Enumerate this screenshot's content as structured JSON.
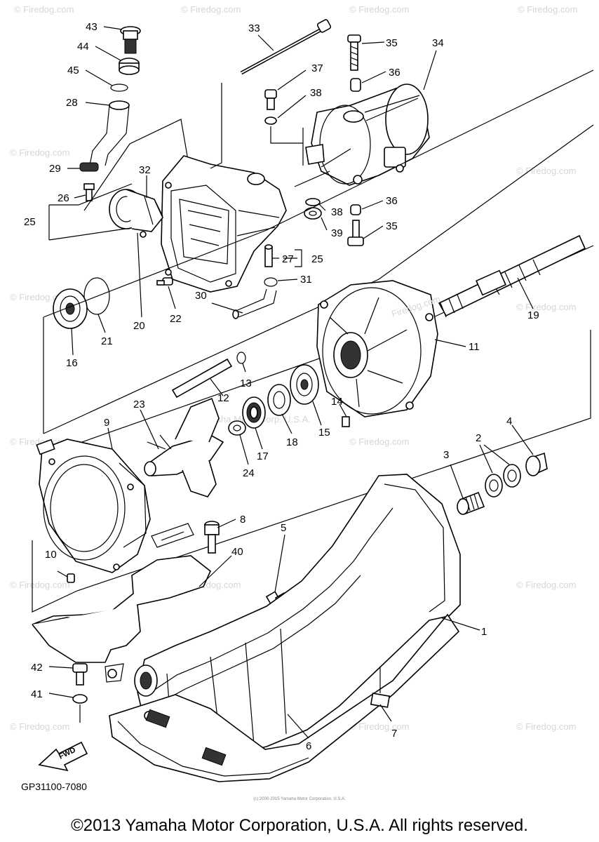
{
  "labels": [
    {
      "id": "43",
      "text": "43"
    },
    {
      "id": "44",
      "text": "44"
    },
    {
      "id": "45",
      "text": "45"
    },
    {
      "id": "28",
      "text": "28"
    },
    {
      "id": "29",
      "text": "29"
    },
    {
      "id": "26",
      "text": "26"
    },
    {
      "id": "25a",
      "text": "25"
    },
    {
      "id": "32",
      "text": "32"
    },
    {
      "id": "33",
      "text": "33"
    },
    {
      "id": "35a",
      "text": "35"
    },
    {
      "id": "34",
      "text": "34"
    },
    {
      "id": "37",
      "text": "37"
    },
    {
      "id": "36a",
      "text": "36"
    },
    {
      "id": "38a",
      "text": "38"
    },
    {
      "id": "38b",
      "text": "38"
    },
    {
      "id": "36b",
      "text": "36"
    },
    {
      "id": "39",
      "text": "39"
    },
    {
      "id": "35b",
      "text": "35"
    },
    {
      "id": "27",
      "text": "27"
    },
    {
      "id": "25b",
      "text": "25"
    },
    {
      "id": "31",
      "text": "31"
    },
    {
      "id": "30",
      "text": "30"
    },
    {
      "id": "22",
      "text": "22"
    },
    {
      "id": "20",
      "text": "20"
    },
    {
      "id": "21",
      "text": "21"
    },
    {
      "id": "16",
      "text": "16"
    },
    {
      "id": "19",
      "text": "19"
    },
    {
      "id": "11",
      "text": "11"
    },
    {
      "id": "13",
      "text": "13"
    },
    {
      "id": "12",
      "text": "12"
    },
    {
      "id": "14",
      "text": "14"
    },
    {
      "id": "15",
      "text": "15"
    },
    {
      "id": "18",
      "text": "18"
    },
    {
      "id": "17",
      "text": "17"
    },
    {
      "id": "24",
      "text": "24"
    },
    {
      "id": "23",
      "text": "23"
    },
    {
      "id": "9",
      "text": "9"
    },
    {
      "id": "3",
      "text": "3"
    },
    {
      "id": "2",
      "text": "2"
    },
    {
      "id": "4",
      "text": "4"
    },
    {
      "id": "8",
      "text": "8"
    },
    {
      "id": "5",
      "text": "5"
    },
    {
      "id": "40",
      "text": "40"
    },
    {
      "id": "10",
      "text": "10"
    },
    {
      "id": "1",
      "text": "1"
    },
    {
      "id": "42",
      "text": "42"
    },
    {
      "id": "41",
      "text": "41"
    },
    {
      "id": "7",
      "text": "7"
    },
    {
      "id": "6",
      "text": "6"
    }
  ],
  "fwd_label": "FWD",
  "watermark": "© Firedog.com",
  "center_watermark": "Yamaha Motor Corp. U.S.A.",
  "housing_watermark": "Firedog.com",
  "diagram_code": "GP31100-7080",
  "tiny_notice": "(c) 2000-2015 Yamaha Motor Corporation, U.S.A.",
  "copyright": "©2013 Yamaha Motor Corporation, U.S.A. All rights reserved."
}
